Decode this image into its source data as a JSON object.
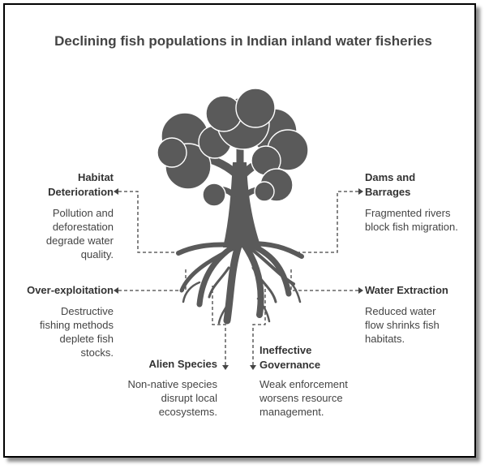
{
  "title": "Declining fish populations in Indian inland water fisheries",
  "colors": {
    "tree": "#5a5a5a",
    "outline": "#ffffff",
    "dash": "#444444",
    "text": "#333333"
  },
  "items": [
    {
      "label": "Habitat Deterioration",
      "desc": "Pollution and deforestation degrade water quality."
    },
    {
      "label": "Over-exploitation",
      "desc": "Destructive fishing methods deplete fish stocks."
    },
    {
      "label": "Alien Species",
      "desc": "Non-native species disrupt local ecosystems."
    },
    {
      "label": "Dams and Barrages",
      "desc": "Fragmented rivers block fish migration."
    },
    {
      "label": "Water Extraction",
      "desc": "Reduced water flow shrinks fish habitats."
    },
    {
      "label": "Ineffective Governance",
      "desc": "Weak enforcement worsens resource management."
    }
  ]
}
